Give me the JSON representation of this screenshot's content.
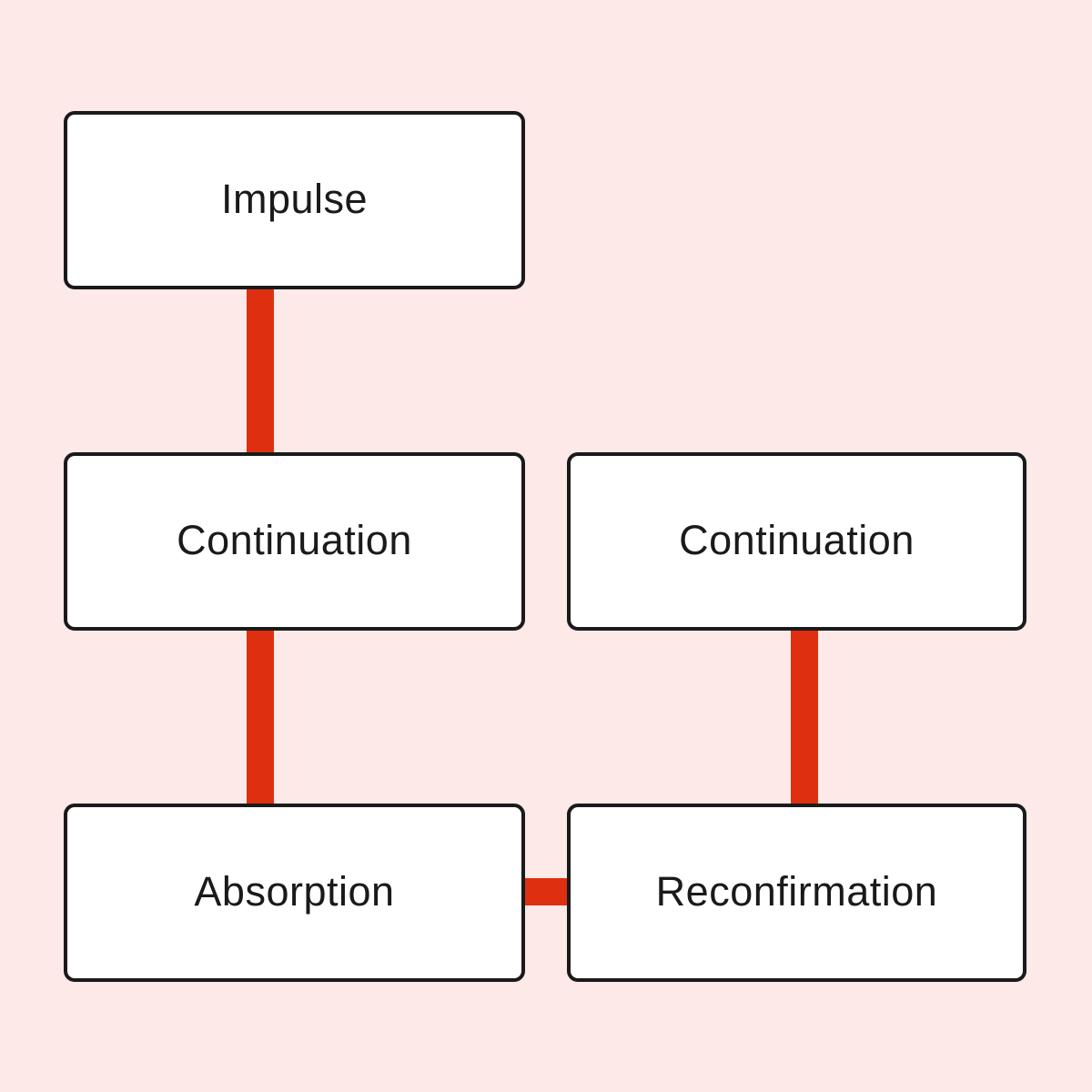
{
  "diagram": {
    "background_color": "#fce9e8",
    "connector_color": "#de3010",
    "box_fill_color": "#ffffff",
    "box_border_color": "#1a1a1a",
    "text_color": "#1a1a1a",
    "nodes": [
      {
        "id": "impulse",
        "label": "Impulse"
      },
      {
        "id": "continuation-left",
        "label": "Continuation"
      },
      {
        "id": "continuation-right",
        "label": "Continuation"
      },
      {
        "id": "absorption",
        "label": "Absorption"
      },
      {
        "id": "reconfirmation",
        "label": "Reconfirmation"
      }
    ],
    "edges": [
      {
        "from": "impulse",
        "to": "continuation-left",
        "direction": "vertical"
      },
      {
        "from": "continuation-left",
        "to": "absorption",
        "direction": "vertical"
      },
      {
        "from": "continuation-right",
        "to": "reconfirmation",
        "direction": "vertical"
      },
      {
        "from": "absorption",
        "to": "reconfirmation",
        "direction": "horizontal"
      }
    ]
  }
}
